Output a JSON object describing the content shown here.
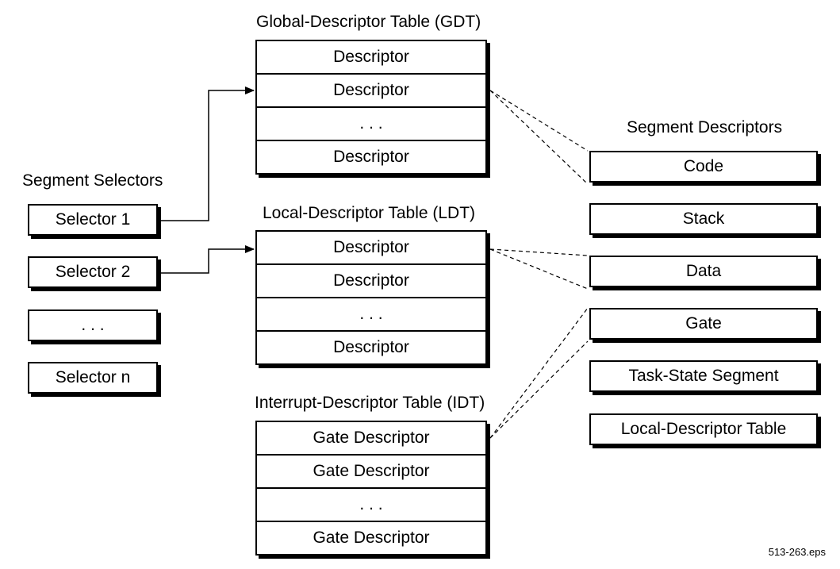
{
  "selectors": {
    "heading": "Segment Selectors",
    "items": [
      "Selector 1",
      "Selector 2",
      ". . .",
      "Selector n"
    ]
  },
  "gdt": {
    "title": "Global-Descriptor Table (GDT)",
    "rows": [
      "Descriptor",
      "Descriptor",
      ". . .",
      "Descriptor"
    ]
  },
  "ldt": {
    "title": "Local-Descriptor Table (LDT)",
    "rows": [
      "Descriptor",
      "Descriptor",
      ". . .",
      "Descriptor"
    ]
  },
  "idt": {
    "title": "Interrupt-Descriptor Table (IDT)",
    "rows": [
      "Gate Descriptor",
      "Gate Descriptor",
      ". . .",
      "Gate Descriptor"
    ]
  },
  "segment_descriptors": {
    "heading": "Segment Descriptors",
    "items": [
      "Code",
      "Stack",
      "Data",
      "Gate",
      "Task-State Segment",
      "Local-Descriptor Table"
    ]
  },
  "filename": "513-263.eps"
}
